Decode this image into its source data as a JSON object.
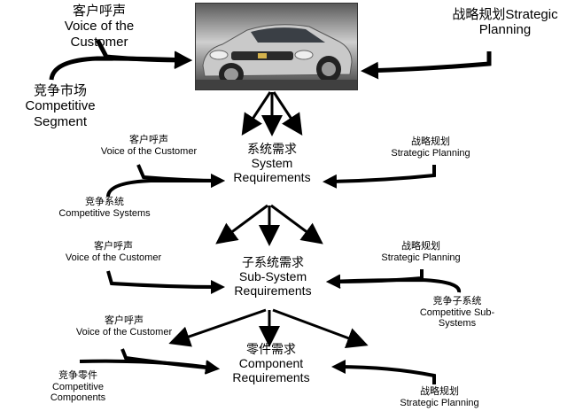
{
  "colors": {
    "arrow": "#000000",
    "text": "#000000",
    "background": "#ffffff"
  },
  "image": {
    "name": "car-photo",
    "subject": "silver sports car"
  },
  "top": {
    "voc": {
      "zh": "客户呼声",
      "en1": "Voice of the",
      "en2": "Customer"
    },
    "strategic": {
      "line1": "战略规划Strategic",
      "line2": "Planning"
    },
    "competitive": {
      "zh": "竞争市场",
      "en1": "Competitive",
      "en2": "Segment"
    }
  },
  "system": {
    "title": {
      "zh": "系统需求",
      "en1": "System",
      "en2": "Requirements"
    },
    "voc": {
      "zh": "客户呼声",
      "en": "Voice of the Customer"
    },
    "strategic": {
      "zh": "战略规划",
      "en": "Strategic Planning"
    },
    "competitive": {
      "zh": "竞争系统",
      "en": "Competitive Systems"
    }
  },
  "subsystem": {
    "title": {
      "zh": "子系统需求",
      "en1": "Sub-System",
      "en2": "Requirements"
    },
    "voc": {
      "zh": "客户呼声",
      "en": "Voice of the Customer"
    },
    "strategic": {
      "zh": "战略规划",
      "en": "Strategic Planning"
    },
    "competitive": {
      "zh": "竞争子系统",
      "en1": "Competitive Sub-",
      "en2": "Systems"
    }
  },
  "component": {
    "title": {
      "zh": "零件需求",
      "en1": "Component",
      "en2": "Requirements"
    },
    "voc": {
      "zh": "客户呼声",
      "en": "Voice of the Customer"
    },
    "strategic": {
      "zh": "战略规划",
      "en": "Strategic Planning"
    },
    "competitive": {
      "zh": "竞争零件",
      "en1": "Competitive",
      "en2": "Components"
    }
  }
}
